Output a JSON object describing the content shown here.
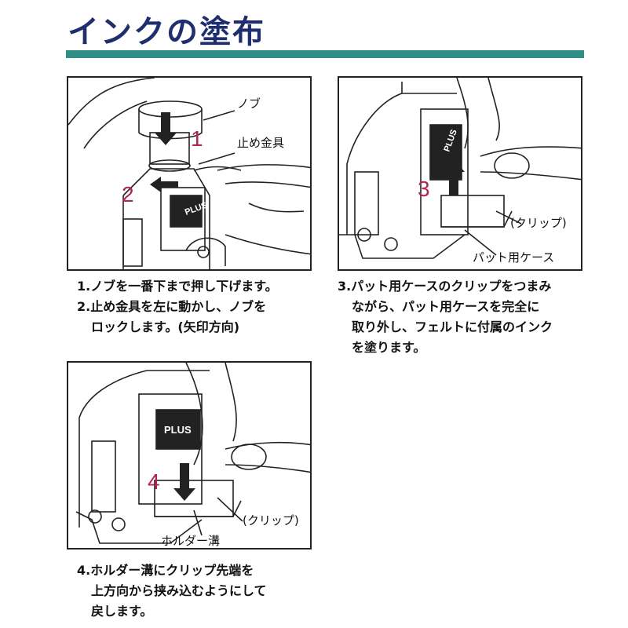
{
  "title": "インクの塗布",
  "accent_color": "#2f8f86",
  "title_color": "#1f2f6e",
  "step_number_color": "#b0245a",
  "panels": [
    {
      "numbers": [
        "1",
        "2"
      ],
      "labels": [
        "ノブ",
        "止め金具"
      ],
      "stamp_text": "PLUS"
    },
    {
      "numbers": [
        "3"
      ],
      "labels": [
        "(クリップ)",
        "パット用ケース"
      ],
      "stamp_text": "PLUS"
    },
    {
      "numbers": [
        "4"
      ],
      "labels": [
        "(クリップ)",
        "ホルダー溝"
      ],
      "stamp_text": "PLUS"
    }
  ],
  "captions": {
    "step12": [
      "1.ノブを一番下まで押し下げます。",
      "2.止め金具を左に動かし、ノブを",
      "ロックします。(矢印方向)"
    ],
    "step3": [
      "3.パット用ケースのクリップをつまみ",
      "ながら、パット用ケースを完全に",
      "取り外し、フェルトに付属のインク",
      "を塗ります。"
    ],
    "step4": [
      "4.ホルダー溝にクリップ先端を",
      "上方向から挟み込むようにして",
      "戻します。"
    ]
  }
}
